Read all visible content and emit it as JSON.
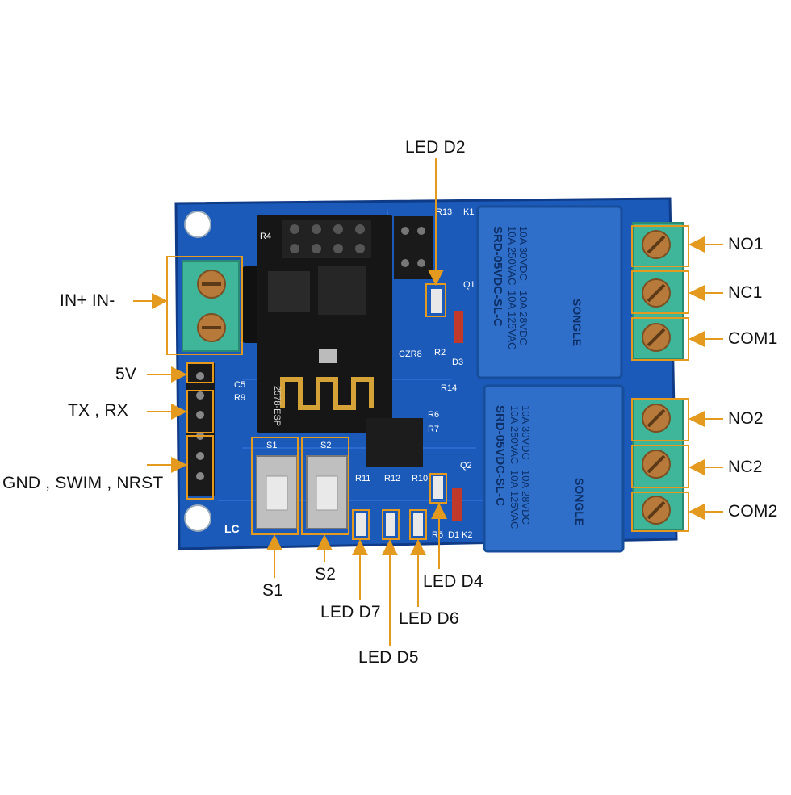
{
  "board": {
    "brand": "LC",
    "module_marking": "2578-ESP",
    "relays": [
      {
        "brand": "SONGLE",
        "model": "SRD-05VDC-SL-C",
        "rating_1": "10A 250VAC",
        "rating_2": "10A 30VDC",
        "rating_3": "10A 125VAC",
        "rating_4": "10A 28VDC"
      },
      {
        "brand": "SONGLE",
        "model": "SRD-05VDC-SL-C",
        "rating_1": "10A 250VAC",
        "rating_2": "10A 30VDC",
        "rating_3": "10A 125VAC",
        "rating_4": "10A 28VDC"
      }
    ],
    "silkscreen": {
      "s1": "S1",
      "s2": "S2",
      "r11": "R11",
      "r12": "R12",
      "r10": "R10",
      "r13": "R13",
      "k1": "K1",
      "k2": "K2",
      "q1": "Q1",
      "q2": "Q2",
      "r14": "R14",
      "r6": "R6",
      "r7": "R7",
      "d3": "D3",
      "d1": "D1",
      "r2": "R2",
      "r5": "R5",
      "c5": "C5",
      "r9": "R9",
      "czr8": "CZR8",
      "r4": "R4"
    }
  },
  "labels": {
    "led_d2": "LED D2",
    "in": "IN+ IN-",
    "v5": "5V",
    "txrx": "TX , RX",
    "gnd": "GND , SWIM , NRST",
    "no1": "NO1",
    "nc1": "NC1",
    "com1": "COM1",
    "no2": "NO2",
    "nc2": "NC2",
    "com2": "COM2",
    "s1": "S1",
    "s2": "S2",
    "led_d4": "LED D4",
    "led_d7": "LED D7",
    "led_d6": "LED D6",
    "led_d5": "LED D5"
  },
  "colors": {
    "pcb": "#1b5ab8",
    "pcb_dark": "#123f8c",
    "relay": "#2f6fc9",
    "terminal": "#3fb59a",
    "callout": "#e49a1e",
    "esp": "#161616"
  }
}
